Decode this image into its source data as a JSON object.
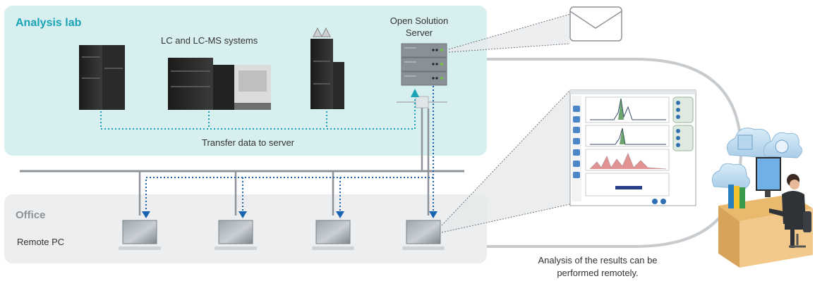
{
  "lab": {
    "title": "Analysis lab",
    "systems_label": "LC and LC-MS systems",
    "server_label_line1": "Open Solution",
    "server_label_line2": "Server",
    "transfer_label": "Transfer data to server"
  },
  "office": {
    "title": "Office",
    "pc_label": "Remote PC"
  },
  "remote": {
    "caption_line1": "Analysis of the results can be",
    "caption_line2": "performed remotely."
  },
  "colors": {
    "accent": "#1aa3b6",
    "arrow": "#1b63b0",
    "lab_bg": "#d7efee",
    "office_bg": "#eceeef"
  },
  "icons": [
    "envelope-icon",
    "server-icon",
    "monitor-icon",
    "cloud-icon",
    "person-icon",
    "instrument-icon"
  ]
}
